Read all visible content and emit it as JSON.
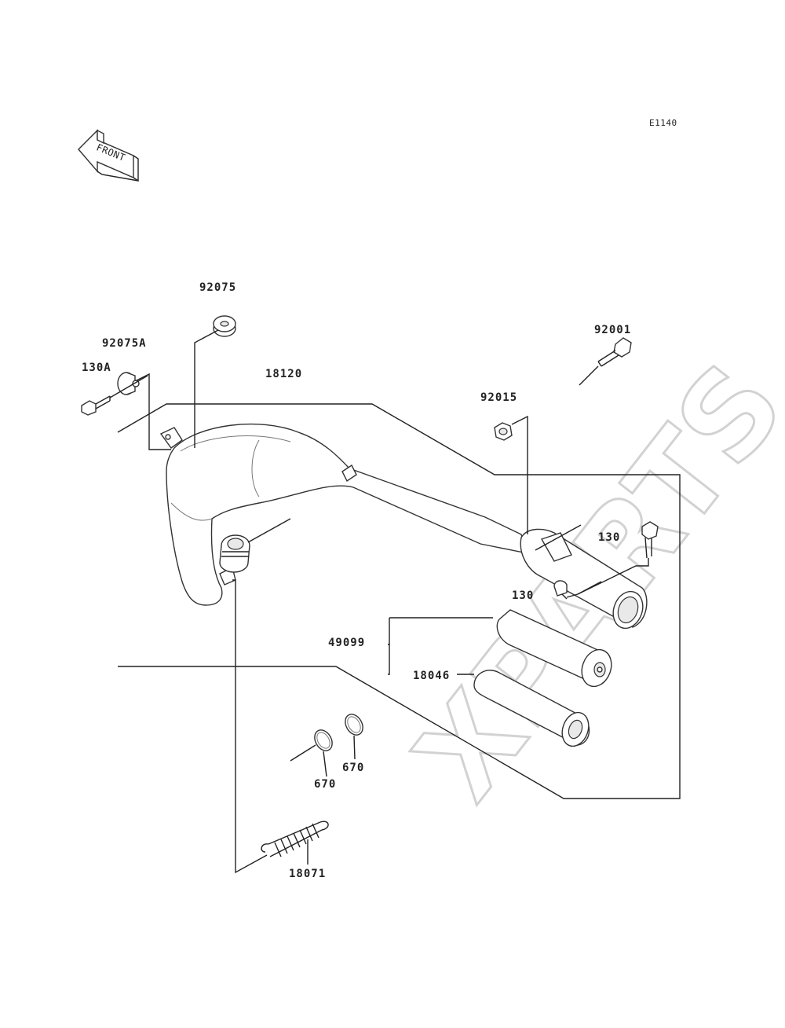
{
  "diagram": {
    "code": "E1140",
    "front_label": "FRONT",
    "watermark": "XPARTS",
    "parts": {
      "p92075": "92075",
      "p92075a": "92075A",
      "p130a": "130A",
      "p18120": "18120",
      "p92015": "92015",
      "p92001": "92001",
      "p130_upper": "130",
      "p130_lower": "130",
      "p49099": "49099",
      "p18046": "18046",
      "p670_left": "670",
      "p670_right": "670",
      "p18071": "18071"
    }
  }
}
